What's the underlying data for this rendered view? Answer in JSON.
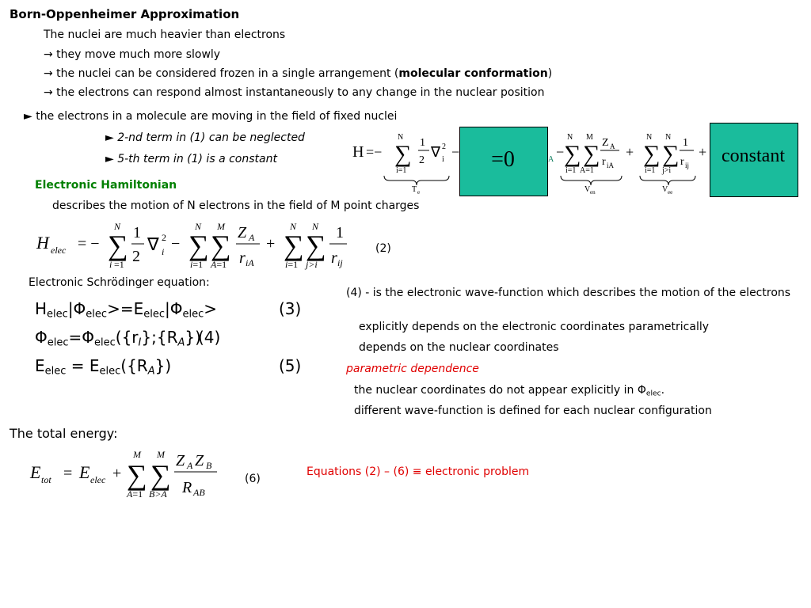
{
  "title": "Born-Oppenheimer Approximation",
  "intro": {
    "line1": "The nuclei are much heavier than electrons",
    "arrow1": "→ they move much more slowly",
    "arrow2_a": "→ the nuclei can be considered frozen in a single arrangement (",
    "arrow2_b": "molecular conformation",
    "arrow2_c": ")",
    "arrow3": "→ the electrons can respond almost instantaneously to any change in the nuclear position"
  },
  "bullets": {
    "b1": "► the electrons in a molecule are moving in the field of fixed nuclei",
    "b2": "► 2-nd term in (1) can be neglected",
    "b3": "► 5-th term in (1) is a constant"
  },
  "boxes": {
    "zero": "=0",
    "constant": "constant"
  },
  "eq1_labels": {
    "H": "H",
    "Te": "T",
    "Te_sub": "e",
    "Ven": "V",
    "Ven_sub": "en",
    "Vee": "V",
    "Vee_sub": "ee"
  },
  "electronic": {
    "heading": "Electronic Hamiltonian",
    "desc": "describes the motion of N electrons in the field of M point charges",
    "eq2_number": "(2)"
  },
  "schrodinger": {
    "heading": "Electronic Schrödinger equation:",
    "eq3_number": "(3)",
    "eq4_number": "(4)",
    "eq5_number": "(5)"
  },
  "wavefunction": {
    "line1": "(4) - is the electronic wave-function which describes the motion of the electrons",
    "line2": "explicitly depends on the electronic coordinates parametrically",
    "line3": "depends on the nuclear coordinates",
    "param": "parametric dependence",
    "line4_a": "the nuclear coordinates do not appear explicitly in Φ",
    "line4_sub": "elec",
    "line4_b": ".",
    "line5": "different wave-function is defined for each nuclear configuration"
  },
  "total": {
    "heading": "The total energy:",
    "eq6_number": "(6)",
    "summary": "Equations (2) – (6) ≡ electronic problem"
  },
  "colors": {
    "green_heading": "#008000",
    "red_text": "#e00000",
    "box_fill": "#1abc9c"
  }
}
